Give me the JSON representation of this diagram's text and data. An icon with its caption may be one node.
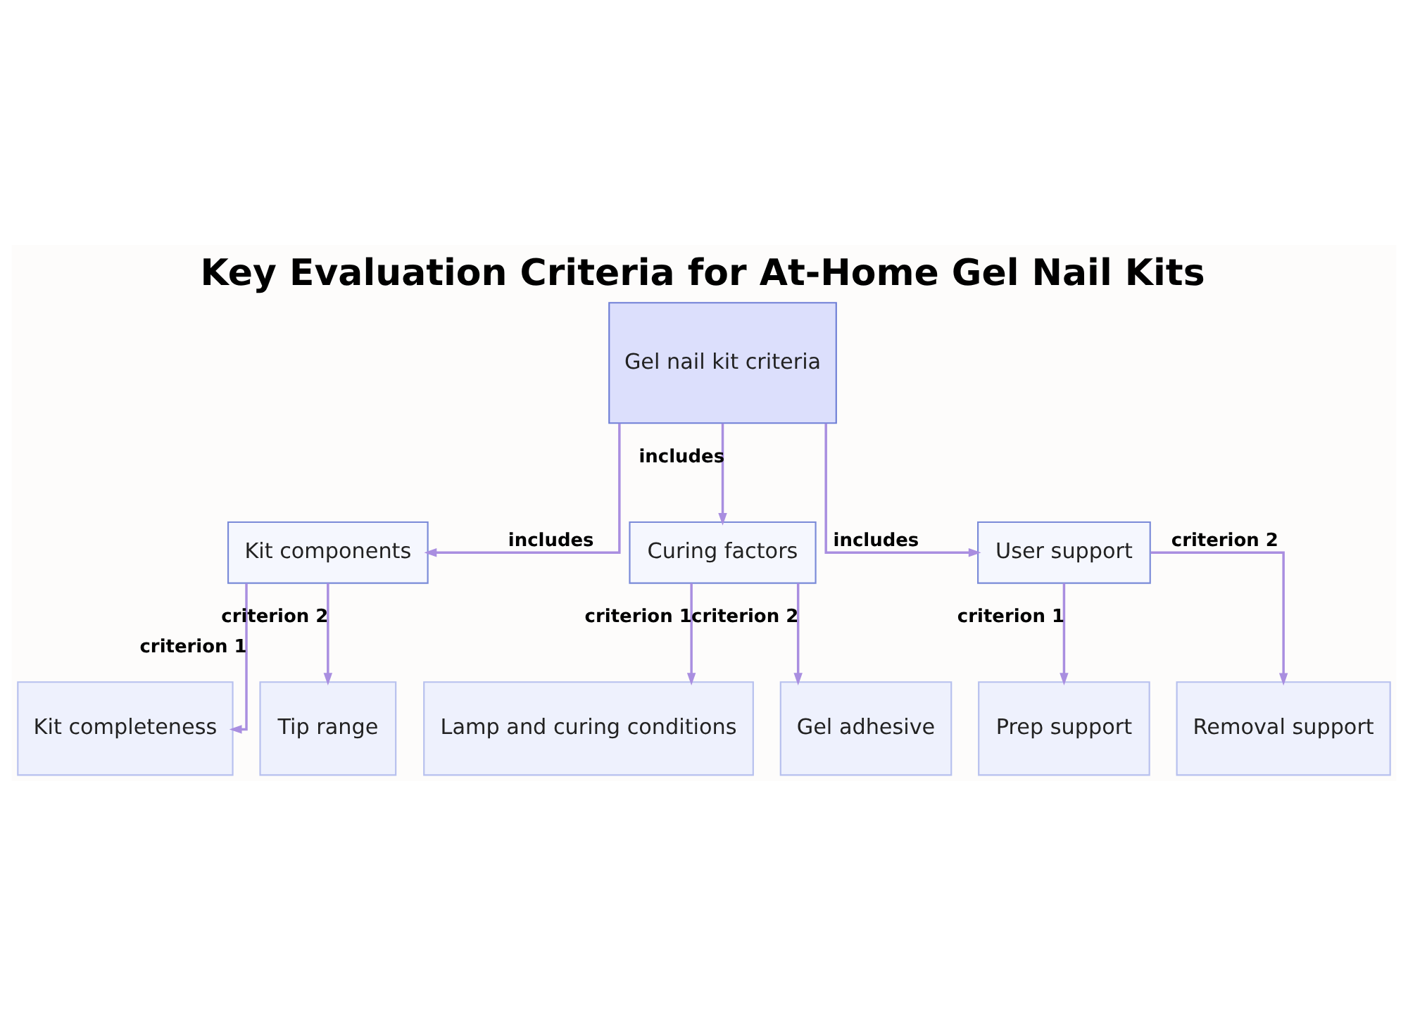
{
  "diagram": {
    "title": "Key Evaluation Criteria for At-Home Gel Nail Kits",
    "nodes": [
      {
        "text": [
          "Gel nail kit criteria"
        ]
      },
      {
        "text": [
          "Kit components"
        ]
      },
      {
        "text": [
          "Curing factors"
        ]
      },
      {
        "text": [
          "User support"
        ]
      },
      {
        "text": [
          "Kit completeness"
        ]
      },
      {
        "text": [
          "Tip range"
        ]
      },
      {
        "text": [
          "Lamp and curing conditions"
        ]
      },
      {
        "text": [
          "Gel adhesive"
        ]
      },
      {
        "text": [
          "Prep support"
        ]
      },
      {
        "text": [
          "Removal support"
        ]
      }
    ],
    "edges": [
      {
        "from": 0,
        "to": 1,
        "arrow": "to",
        "label": "includes"
      },
      {
        "from": 0,
        "to": 2,
        "arrow": "to",
        "label": "includes"
      },
      {
        "from": 0,
        "to": 3,
        "arrow": "to",
        "label": "includes"
      },
      {
        "from": 1,
        "to": 4,
        "arrow": "to",
        "label": "criterion 1"
      },
      {
        "from": 1,
        "to": 5,
        "arrow": "to",
        "label": "criterion 2"
      },
      {
        "from": 2,
        "to": 6,
        "arrow": "to",
        "label": "criterion 1"
      },
      {
        "from": 2,
        "to": 7,
        "arrow": "to",
        "label": "criterion 2"
      },
      {
        "from": 3,
        "to": 8,
        "arrow": "to",
        "label": "criterion 1"
      },
      {
        "from": 3,
        "to": 9,
        "arrow": "to",
        "label": "criterion 2"
      }
    ]
  }
}
